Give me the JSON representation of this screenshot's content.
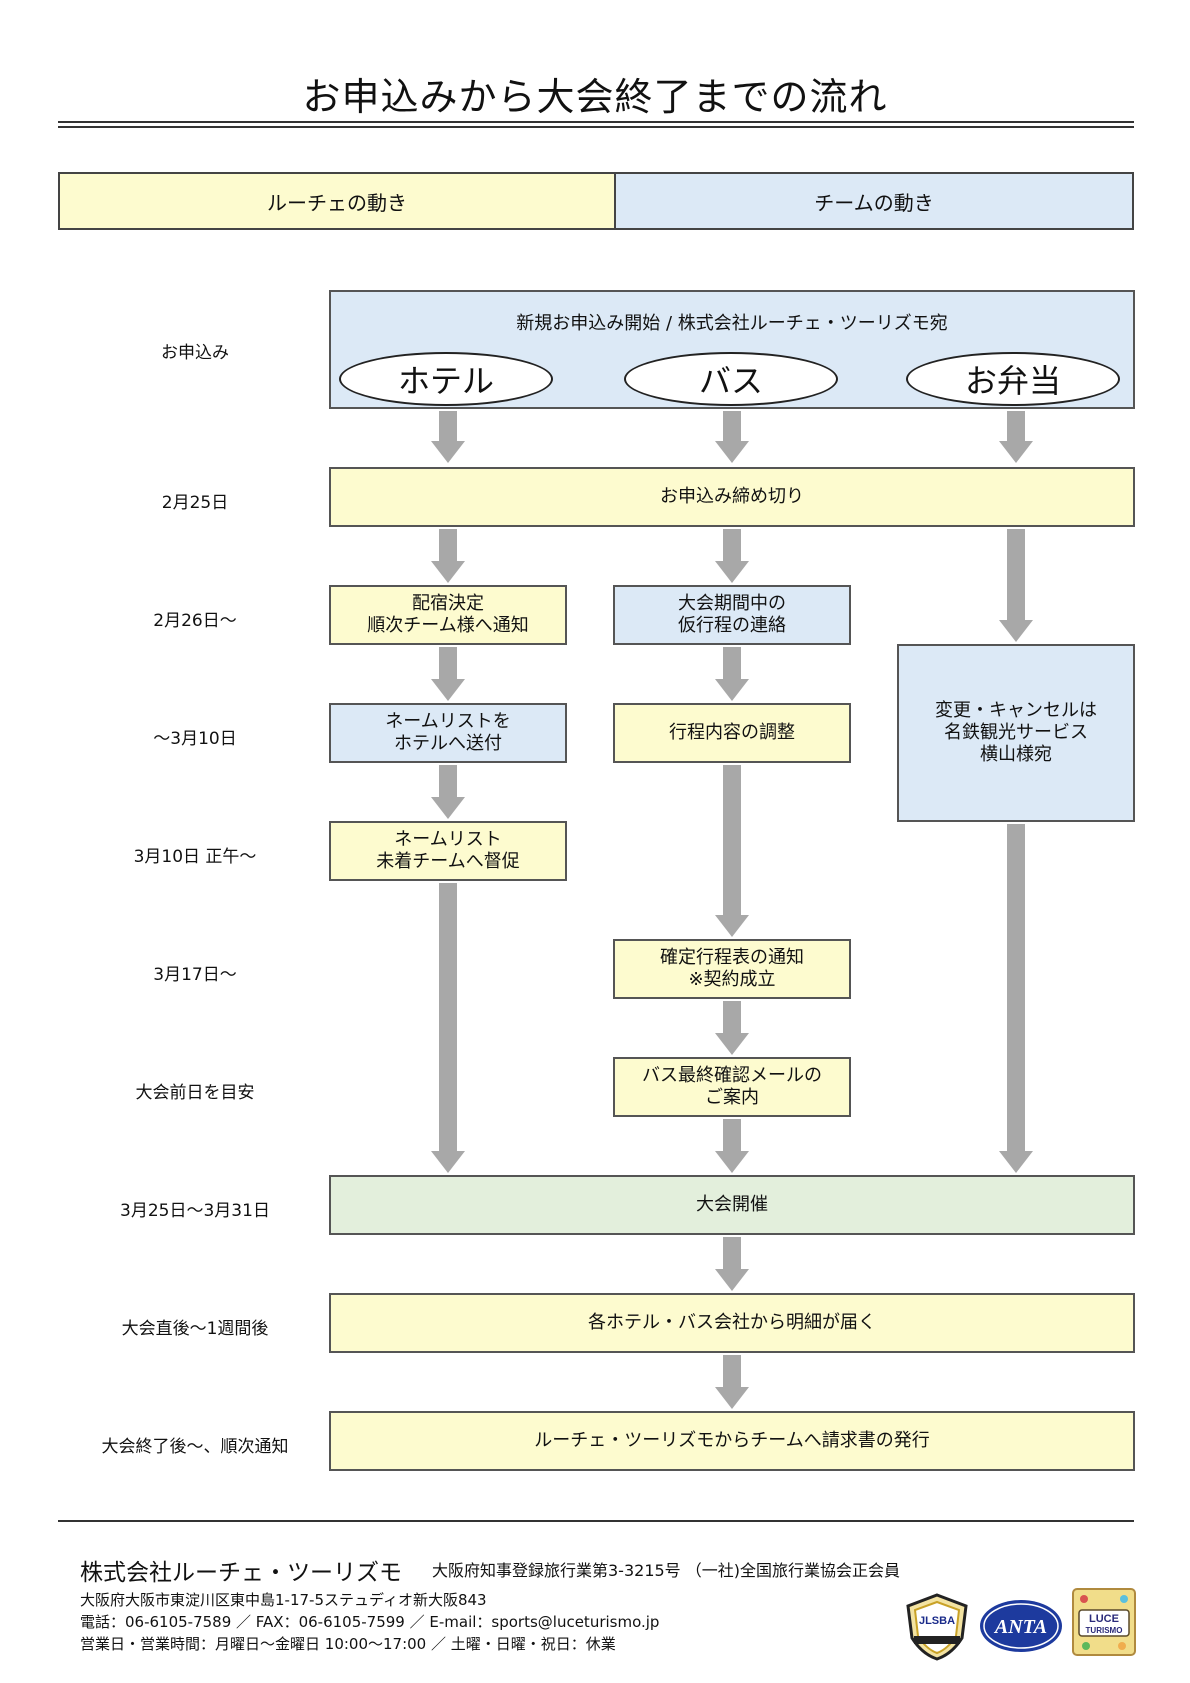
{
  "title": "お申込みから大会終了までの流れ",
  "header": {
    "left": "ルーチェの動き",
    "right": "チームの動き"
  },
  "labels": {
    "l1": "お申込み",
    "l2": "2月25日",
    "l3": "2月26日～",
    "l4": "～3月10日",
    "l5": "3月10日 正午～",
    "l6": "3月17日～",
    "l7": "大会前日を目安",
    "l8": "3月25日～3月31日",
    "l9": "大会直後～1週間後",
    "l10": "大会終了後～、順次通知"
  },
  "start": {
    "text": "新規お申込み開始 / 株式会社ルーチェ・ツーリズモ宛",
    "ovals": [
      "ホテル",
      "バス",
      "お弁当"
    ]
  },
  "deadline": "お申込み締め切り",
  "hotel": {
    "b1": [
      "配宿決定",
      "順次チーム様へ通知"
    ],
    "b2": [
      "ネームリストを",
      "ホテルへ送付"
    ],
    "b3": [
      "ネームリスト",
      "未着チームへ督促"
    ]
  },
  "bus": {
    "b1": [
      "大会期間中の",
      "仮行程の連絡"
    ],
    "b2": [
      "行程内容の調整"
    ],
    "b3": [
      "確定行程表の通知",
      "※契約成立"
    ],
    "b4": [
      "バス最終確認メールの",
      "ご案内"
    ]
  },
  "bento": {
    "b1": [
      "変更・キャンセルは",
      "名鉄観光サービス",
      "横山様宛"
    ]
  },
  "event": "大会開催",
  "details": "各ホテル・バス会社から明細が届く",
  "invoice": "ルーチェ・ツーリズモからチームへ請求書の発行",
  "footer": {
    "company": "株式会社ルーチェ・ツーリズモ",
    "registration": "大阪府知事登録旅行業第3-3215号 （一社)全国旅行業協会正会員",
    "address": "大阪府大阪市東淀川区東中島1-17-5ステュディオ新大阪843",
    "contact": "電話：06-6105-7589 ／ FAX：06-6105-7599 ／ E-mail：sports@luceturismo.jp",
    "hours": "営業日・営業時間：月曜日～金曜日 10:00～17:00 ／ 土曜・日曜・祝日：休業"
  },
  "logos": {
    "jlsba": "JLSBA",
    "anta": "ANTA",
    "luce1": "LUCE",
    "luce2": "TURISMO"
  },
  "colors": {
    "yellow": "#fdfbcf",
    "blue": "#dce9f6",
    "green": "#e3efdc",
    "arrow": "#a8a8a8"
  }
}
